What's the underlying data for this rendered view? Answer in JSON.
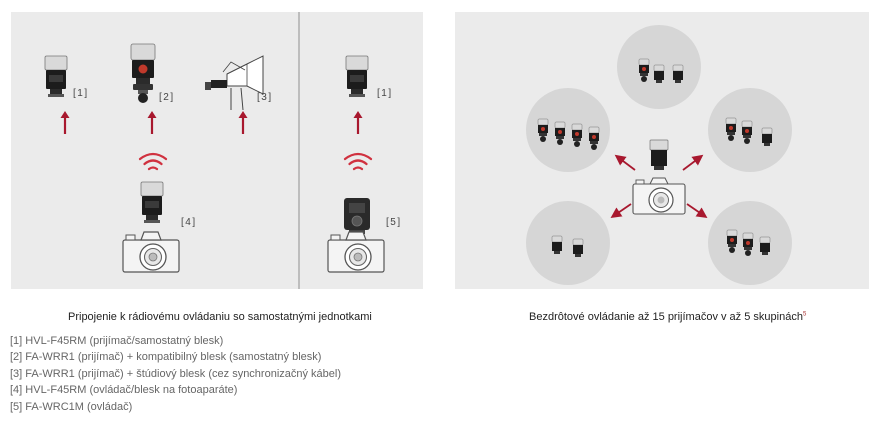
{
  "left_figure": {
    "tags": {
      "flash_receiver": "[1]",
      "wrr1_flash": "[2]",
      "studio_flash": "[3]",
      "camera_flash": "[4]",
      "camera_commander": "[5]",
      "commander_receiver": "[1]"
    },
    "caption": "Pripojenie k rádiovému ovládaniu so samostatnými jednotkami"
  },
  "right_figure": {
    "caption": "Bezdrôtové ovládanie až 15 prijímačov v až 5 skupinách",
    "footnote_ref": "5"
  },
  "legend": [
    "[1] HVL-F45RM (prijímač/samostatný blesk)",
    "[2] FA-WRR1 (prijímač) + kompatibilný blesk (samostatný blesk)",
    "[3] FA-WRR1 (prijímač) + štúdiový blesk (cez synchronizačný kábel)",
    "[4] HVL-F45RM (ovládač/blesk na fotoaparáte)",
    "[5] FA-WRC1M (ovládač)"
  ],
  "colors": {
    "arrow": "#a8182e",
    "signal": "#d0313f",
    "panel": "#ebebeb",
    "circle": "#d6d6d6"
  }
}
